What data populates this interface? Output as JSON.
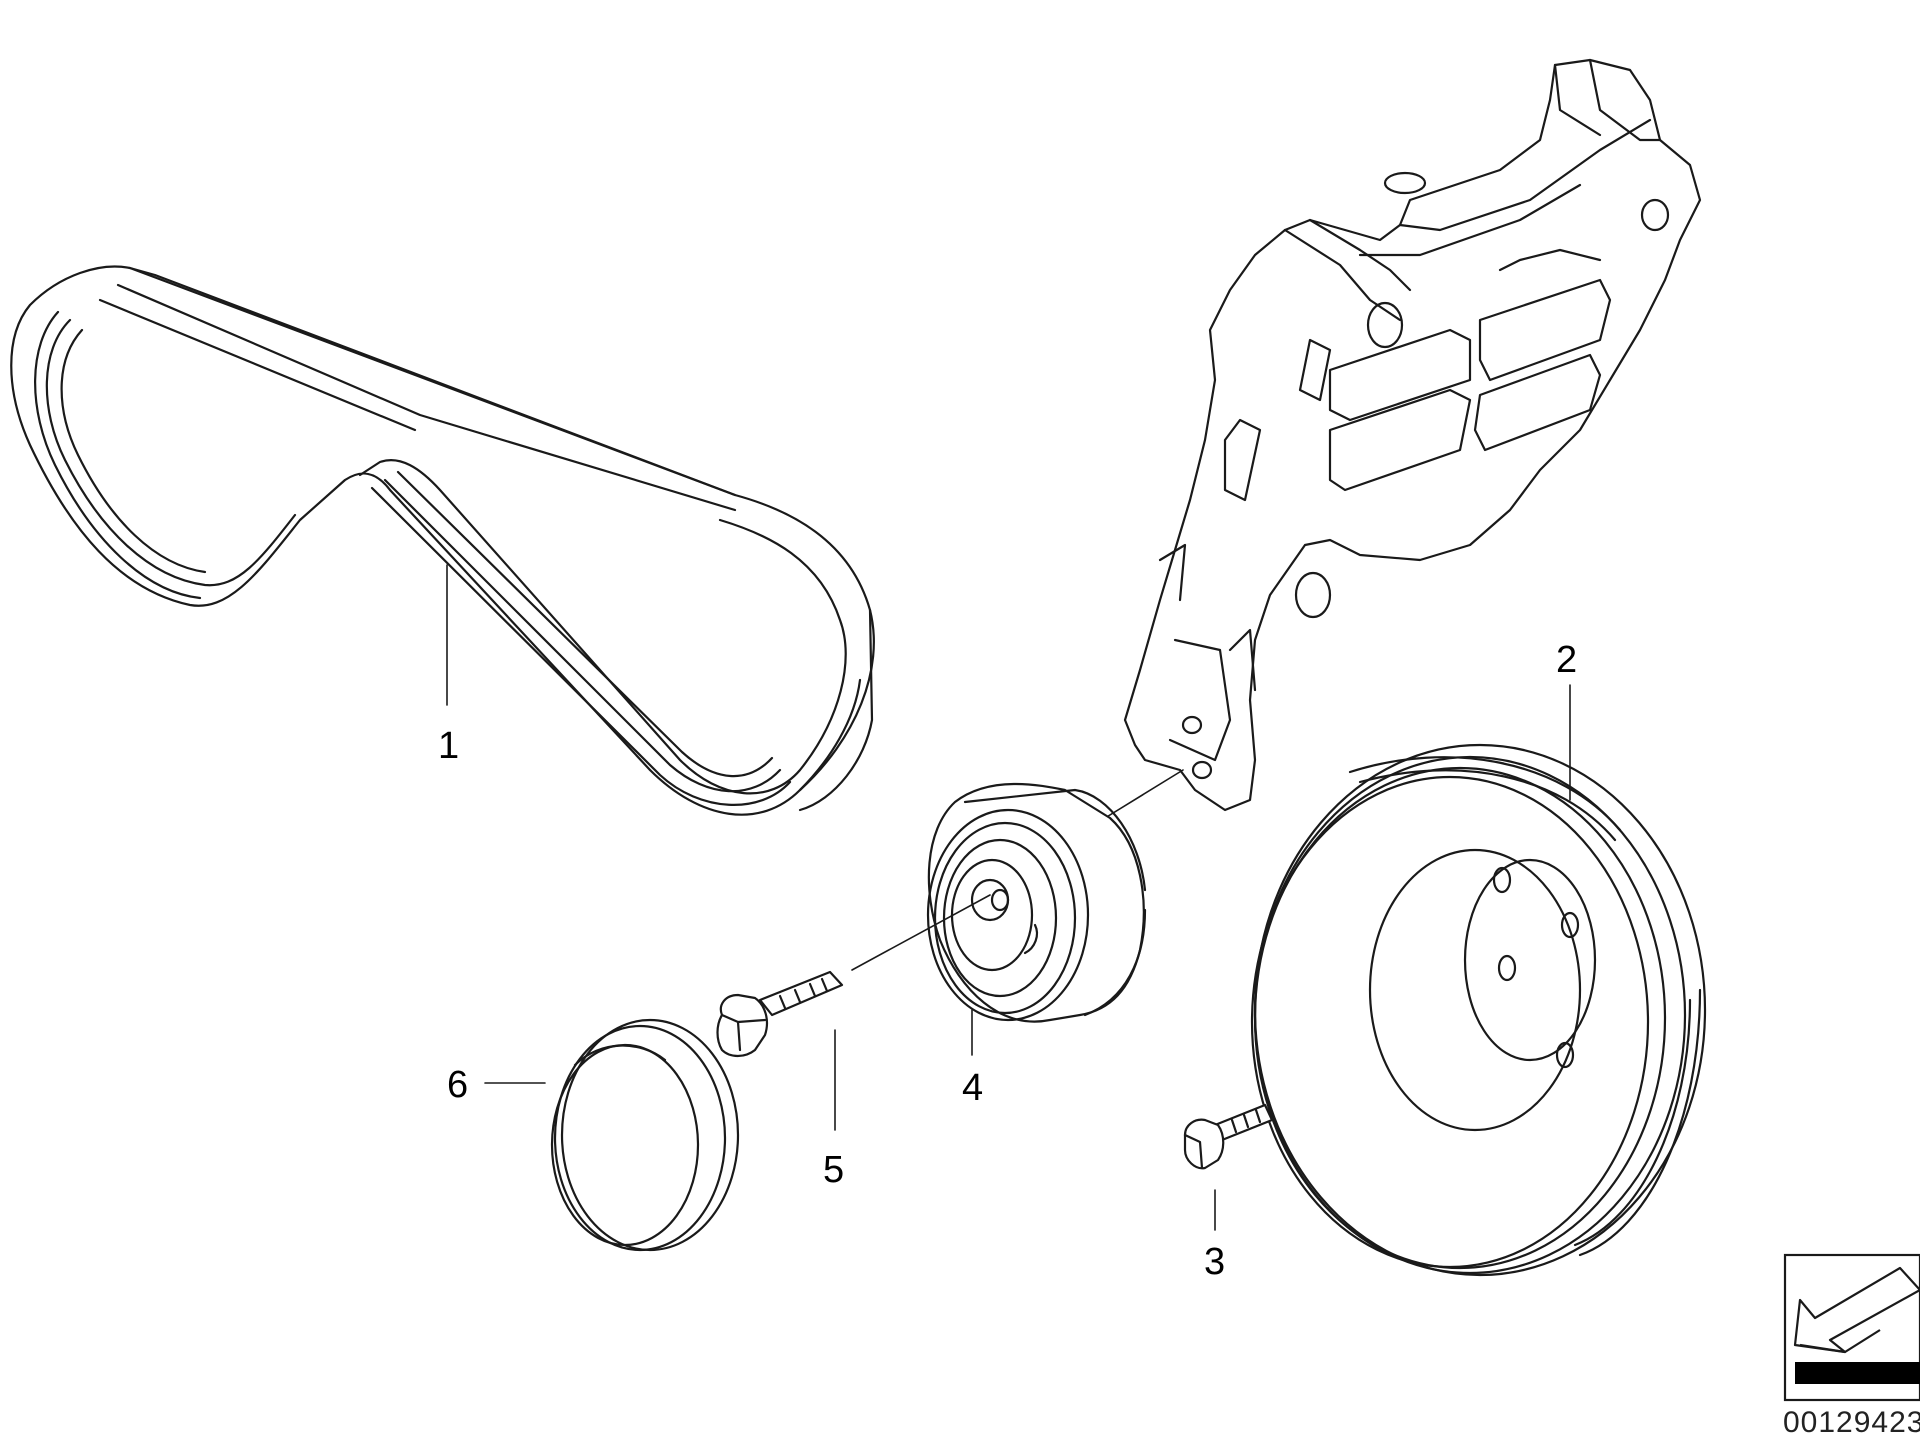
{
  "diagram": {
    "callouts": [
      {
        "id": "1",
        "label": "1"
      },
      {
        "id": "2",
        "label": "2"
      },
      {
        "id": "3",
        "label": "3"
      },
      {
        "id": "4",
        "label": "4"
      },
      {
        "id": "5",
        "label": "5"
      },
      {
        "id": "6",
        "label": "6"
      }
    ],
    "drawing_code": "00129423",
    "orientation_icon": "arrow-orientation-icon"
  }
}
